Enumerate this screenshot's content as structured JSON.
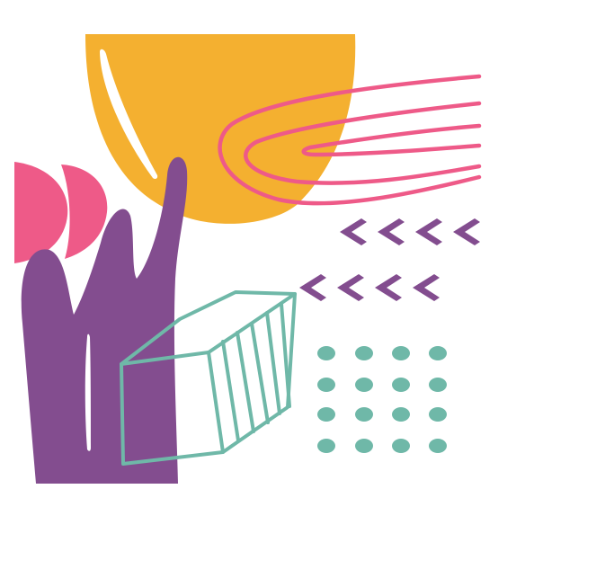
{
  "artwork": {
    "colors": {
      "background": "#ffffff",
      "yellow": "#f4b030",
      "pink": "#ee5a88",
      "purple": "#834d8f",
      "teal": "#6fb8a8"
    },
    "elements": [
      "yellow-sun-shape",
      "pink-half-circles",
      "purple-flame-shape",
      "pink-ellipse-lines",
      "purple-chevron-arrows",
      "teal-outlined-box",
      "teal-dot-grid"
    ],
    "chevron_rows": 2,
    "chevrons_per_row": 4,
    "dot_grid": {
      "rows": 4,
      "columns": 4
    }
  }
}
